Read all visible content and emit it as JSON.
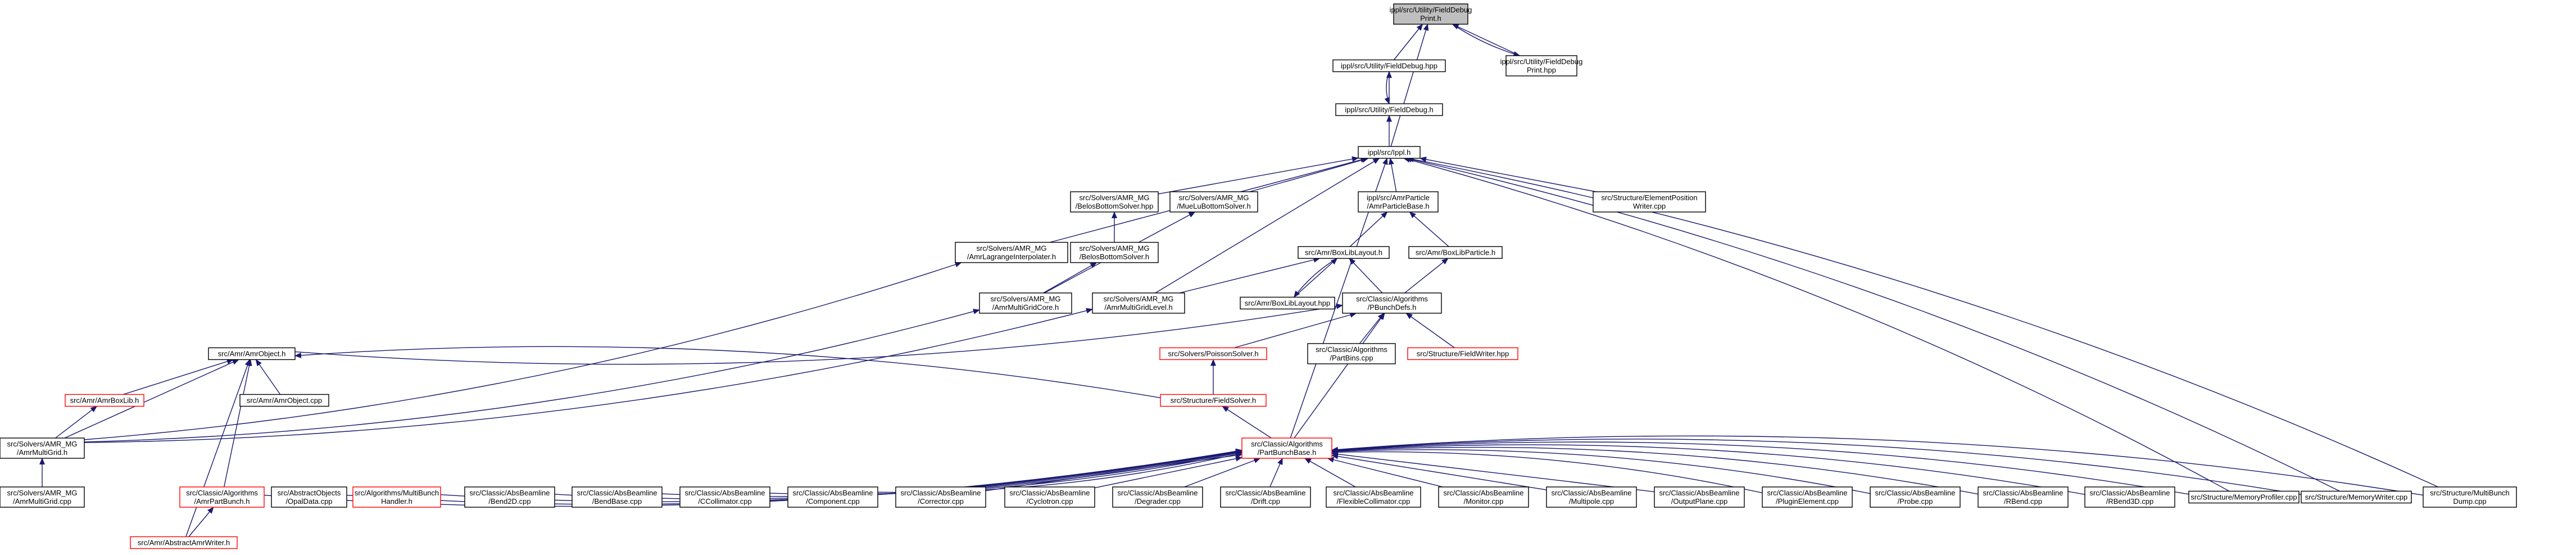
{
  "diagram": {
    "type": "include-dependency-graph",
    "colors": {
      "edge": "#191970",
      "node_border": "#000000",
      "truncated_border": "#ff0000",
      "focus_fill": "#bfbfbf",
      "node_fill": "#ffffff"
    },
    "nodes": [
      {
        "id": "fd_h",
        "lines": [
          "ippl/src/Utility/FieldDebug",
          "Print.h"
        ],
        "style": "focus"
      },
      {
        "id": "fd_hpp1",
        "lines": [
          "ippl/src/Utility/FieldDebug.hpp"
        ]
      },
      {
        "id": "fdp_hpp",
        "lines": [
          "ippl/src/Utility/FieldDebug",
          "Print.hpp"
        ]
      },
      {
        "id": "fd_h2",
        "lines": [
          "ippl/src/Utility/FieldDebug.h"
        ]
      },
      {
        "id": "ippl_h",
        "lines": [
          "ippl/src/Ippl.h"
        ]
      },
      {
        "id": "sbs_hpp",
        "lines": [
          "src/Solvers/AMR_MG",
          "/BelosBottomSolver.hpp"
        ]
      },
      {
        "id": "mlbs_h",
        "lines": [
          "src/Solvers/AMR_MG",
          "/MueLuBottomSolver.h"
        ]
      },
      {
        "id": "apb_h",
        "lines": [
          "ippl/src/AmrParticle",
          "/AmrParticleBase.h"
        ]
      },
      {
        "id": "epw",
        "lines": [
          "src/Structure/ElementPosition",
          "Writer.cpp"
        ]
      },
      {
        "id": "ali_h",
        "lines": [
          "src/Solvers/AMR_MG",
          "/AmrLagrangeInterpolater.h"
        ]
      },
      {
        "id": "bbs_h",
        "lines": [
          "src/Solvers/AMR_MG",
          "/BelosBottomSolver.h"
        ]
      },
      {
        "id": "abll_h",
        "lines": [
          "src/Amr/BoxLibLayout.h"
        ]
      },
      {
        "id": "abp_h",
        "lines": [
          "src/Amr/BoxLibParticle.h"
        ]
      },
      {
        "id": "amgc_h",
        "lines": [
          "src/Solvers/AMR_MG",
          "/AmrMultiGridCore.h"
        ]
      },
      {
        "id": "amgl_h",
        "lines": [
          "src/Solvers/AMR_MG",
          "/AmrMultiGridLevel.h"
        ]
      },
      {
        "id": "abll_hpp",
        "lines": [
          "src/Amr/BoxLibLayout.hpp"
        ]
      },
      {
        "id": "pbd_h",
        "lines": [
          "src/Classic/Algorithms",
          "/PBunchDefs.h"
        ]
      },
      {
        "id": "aobj_h",
        "lines": [
          "src/Amr/AmrObject.h"
        ]
      },
      {
        "id": "ps_h",
        "lines": [
          "src/Solvers/PoissonSolver.h"
        ],
        "style": "red"
      },
      {
        "id": "pbins",
        "lines": [
          "src/Classic/Algorithms",
          "/PartBins.cpp"
        ]
      },
      {
        "id": "fw_hpp",
        "lines": [
          "src/Structure/FieldWriter.hpp"
        ],
        "style": "red"
      },
      {
        "id": "abl_h",
        "lines": [
          "src/Amr/AmrBoxLib.h"
        ],
        "style": "red"
      },
      {
        "id": "aobj_cpp",
        "lines": [
          "src/Amr/AmrObject.cpp"
        ]
      },
      {
        "id": "fs_h",
        "lines": [
          "src/Structure/FieldSolver.h"
        ],
        "style": "red"
      },
      {
        "id": "amg_h",
        "lines": [
          "src/Solvers/AMR_MG",
          "/AmrMultiGrid.h"
        ]
      },
      {
        "id": "pbb_h",
        "lines": [
          "src/Classic/Algorithms",
          "/PartBunchBase.h"
        ],
        "style": "red"
      },
      {
        "id": "amg_cpp",
        "lines": [
          "src/Solvers/AMR_MG",
          "/AmrMultiGrid.cpp"
        ]
      },
      {
        "id": "apbunch",
        "lines": [
          "src/Classic/Algorithms",
          "/AmrPartBunch.h"
        ],
        "style": "red"
      },
      {
        "id": "opal",
        "lines": [
          "src/AbstractObjects",
          "/OpalData.cpp"
        ]
      },
      {
        "id": "mbh",
        "lines": [
          "src/Algorithms/MultiBunch",
          "Handler.h"
        ],
        "style": "red"
      },
      {
        "id": "bend2d",
        "lines": [
          "src/Classic/AbsBeamline",
          "/Bend2D.cpp"
        ]
      },
      {
        "id": "bendbase",
        "lines": [
          "src/Classic/AbsBeamline",
          "/BendBase.cpp"
        ]
      },
      {
        "id": "ccoll",
        "lines": [
          "src/Classic/AbsBeamline",
          "/CCollimator.cpp"
        ]
      },
      {
        "id": "comp",
        "lines": [
          "src/Classic/AbsBeamline",
          "/Component.cpp"
        ]
      },
      {
        "id": "corr",
        "lines": [
          "src/Classic/AbsBeamline",
          "/Corrector.cpp"
        ]
      },
      {
        "id": "cyc",
        "lines": [
          "src/Classic/AbsBeamline",
          "/Cyclotron.cpp"
        ]
      },
      {
        "id": "degr",
        "lines": [
          "src/Classic/AbsBeamline",
          "/Degrader.cpp"
        ]
      },
      {
        "id": "drift",
        "lines": [
          "src/Classic/AbsBeamline",
          "/Drift.cpp"
        ]
      },
      {
        "id": "flexc",
        "lines": [
          "src/Classic/AbsBeamline",
          "/FlexibleCollimator.cpp"
        ]
      },
      {
        "id": "mon",
        "lines": [
          "src/Classic/AbsBeamline",
          "/Monitor.cpp"
        ]
      },
      {
        "id": "mpole",
        "lines": [
          "src/Classic/AbsBeamline",
          "/Multipole.cpp"
        ]
      },
      {
        "id": "oplane",
        "lines": [
          "src/Classic/AbsBeamline",
          "/OutputPlane.cpp"
        ]
      },
      {
        "id": "plugin",
        "lines": [
          "src/Classic/AbsBeamline",
          "/PluginElement.cpp"
        ]
      },
      {
        "id": "probe",
        "lines": [
          "src/Classic/AbsBeamline",
          "/Probe.cpp"
        ]
      },
      {
        "id": "rbend",
        "lines": [
          "src/Classic/AbsBeamline",
          "/RBend.cpp"
        ]
      },
      {
        "id": "rbend3d",
        "lines": [
          "src/Classic/AbsBeamline",
          "/RBend3D.cpp"
        ]
      },
      {
        "id": "memprof",
        "lines": [
          "src/Structure/MemoryProfiler.cpp"
        ]
      },
      {
        "id": "memw",
        "lines": [
          "src/Structure/MemoryWriter.cpp"
        ]
      },
      {
        "id": "mbd",
        "lines": [
          "src/Structure/MultiBunch",
          "Dump.cpp"
        ]
      },
      {
        "id": "aaw_h",
        "lines": [
          "src/Amr/AbstractAmrWriter.h"
        ],
        "style": "red"
      }
    ],
    "edges": [
      [
        "fd_hpp1",
        "fd_h"
      ],
      [
        "fdp_hpp",
        "fd_h"
      ],
      [
        "fd_h",
        "fdp_hpp"
      ],
      [
        "fd_h2",
        "fd_hpp1"
      ],
      [
        "fd_hpp1",
        "fd_h2"
      ],
      [
        "ippl_h",
        "fd_h"
      ],
      [
        "ippl_h",
        "fd_h2"
      ],
      [
        "sbs_hpp",
        "ippl_h"
      ],
      [
        "mlbs_h",
        "ippl_h"
      ],
      [
        "apb_h",
        "ippl_h"
      ],
      [
        "epw",
        "ippl_h"
      ],
      [
        "ali_h",
        "ippl_h"
      ],
      [
        "amgl_h",
        "ippl_h"
      ],
      [
        "pbb_h",
        "ippl_h"
      ],
      [
        "memprof",
        "ippl_h"
      ],
      [
        "memw",
        "ippl_h"
      ],
      [
        "mbd",
        "ippl_h"
      ],
      [
        "bbs_h",
        "sbs_hpp"
      ],
      [
        "amgc_h",
        "mlbs_h"
      ],
      [
        "amgc_h",
        "bbs_h"
      ],
      [
        "amg_h",
        "ali_h"
      ],
      [
        "abll_h",
        "apb_h"
      ],
      [
        "abp_h",
        "apb_h"
      ],
      [
        "abll_hpp",
        "abll_h"
      ],
      [
        "abll_h",
        "abll_hpp"
      ],
      [
        "pbd_h",
        "abll_h"
      ],
      [
        "pbd_h",
        "abp_h"
      ],
      [
        "amgl_h",
        "abll_h"
      ],
      [
        "aobj_h",
        "pbd_h"
      ],
      [
        "ps_h",
        "pbd_h"
      ],
      [
        "pbins",
        "pbd_h"
      ],
      [
        "fw_hpp",
        "pbd_h"
      ],
      [
        "pbb_h",
        "pbd_h"
      ],
      [
        "amg_h",
        "amgc_h"
      ],
      [
        "amg_h",
        "amgl_h"
      ],
      [
        "abl_h",
        "aobj_h"
      ],
      [
        "aobj_cpp",
        "aobj_h"
      ],
      [
        "fs_h",
        "aobj_h"
      ],
      [
        "apbunch",
        "aobj_h"
      ],
      [
        "aaw_h",
        "aobj_h"
      ],
      [
        "amg_h",
        "aobj_h"
      ],
      [
        "fs_h",
        "ps_h"
      ],
      [
        "pbb_h",
        "fs_h"
      ],
      [
        "amg_h",
        "abl_h"
      ],
      [
        "amg_cpp",
        "amg_h"
      ],
      [
        "aaw_h",
        "apbunch"
      ],
      [
        "apbunch",
        "pbb_h"
      ],
      [
        "opal",
        "pbb_h"
      ],
      [
        "mbh",
        "pbb_h"
      ],
      [
        "bend2d",
        "pbb_h"
      ],
      [
        "bendbase",
        "pbb_h"
      ],
      [
        "ccoll",
        "pbb_h"
      ],
      [
        "comp",
        "pbb_h"
      ],
      [
        "corr",
        "pbb_h"
      ],
      [
        "cyc",
        "pbb_h"
      ],
      [
        "degr",
        "pbb_h"
      ],
      [
        "drift",
        "pbb_h"
      ],
      [
        "flexc",
        "pbb_h"
      ],
      [
        "mon",
        "pbb_h"
      ],
      [
        "mpole",
        "pbb_h"
      ],
      [
        "oplane",
        "pbb_h"
      ],
      [
        "plugin",
        "pbb_h"
      ],
      [
        "probe",
        "pbb_h"
      ],
      [
        "rbend",
        "pbb_h"
      ],
      [
        "rbend3d",
        "pbb_h"
      ],
      [
        "memprof",
        "pbb_h"
      ],
      [
        "memw",
        "pbb_h"
      ],
      [
        "mbd",
        "pbb_h"
      ]
    ]
  }
}
